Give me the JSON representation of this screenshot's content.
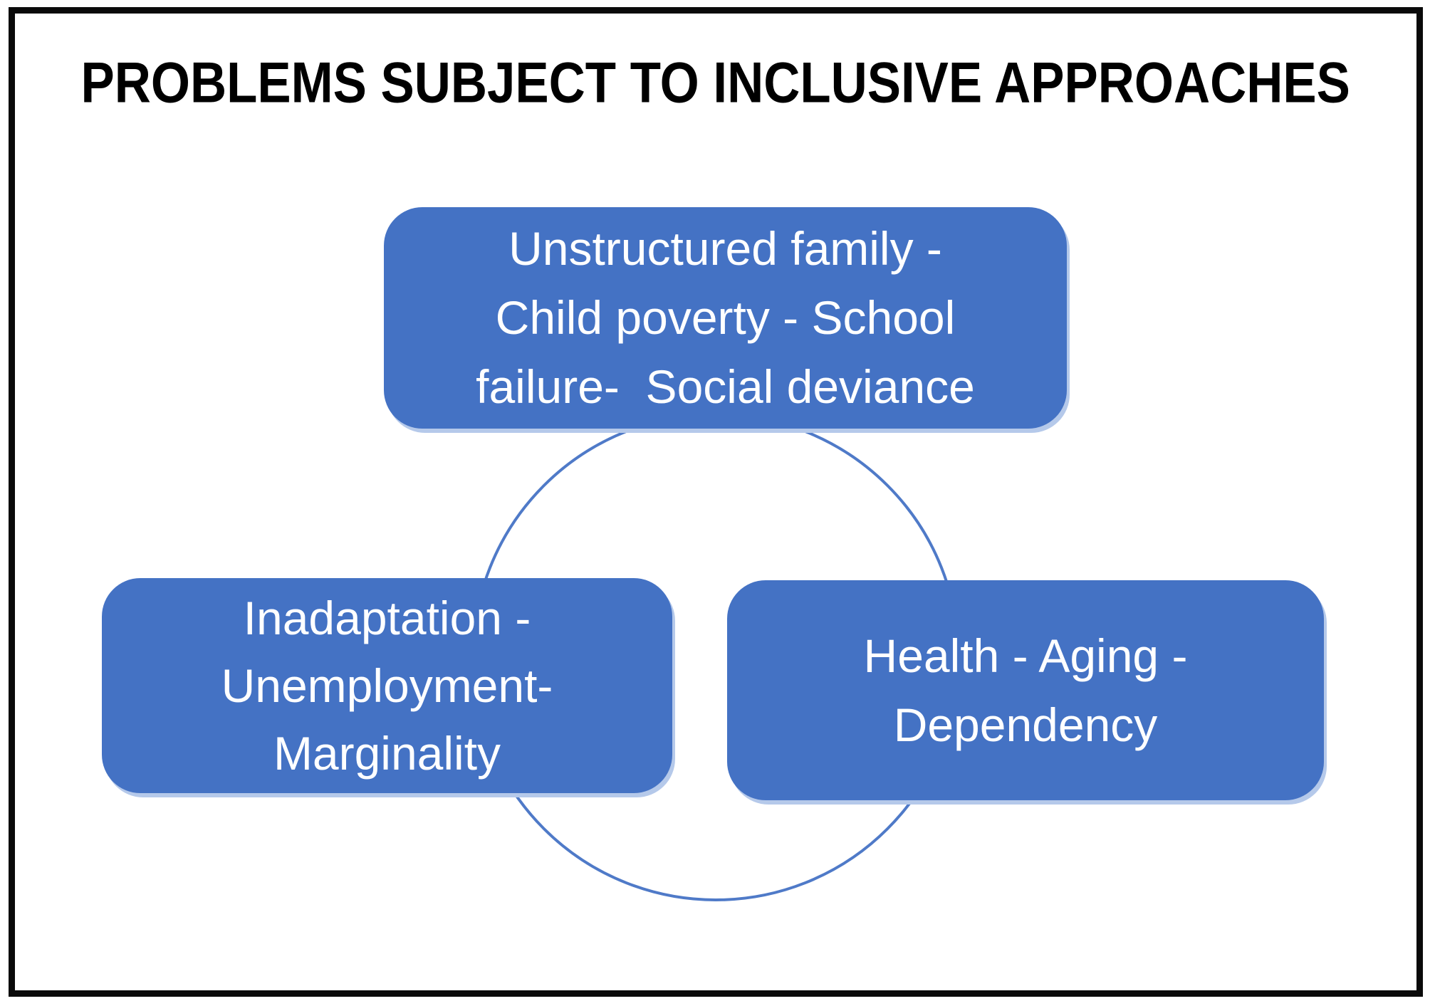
{
  "title": "PROBLEMS SUBJECT TO INCLUSIVE APPROACHES",
  "diagram": {
    "type": "cycle",
    "nodes": [
      {
        "id": "family-poverty-school",
        "lines": [
          "Unstructured family -",
          "Child poverty - School",
          "failure-  Social deviance"
        ]
      },
      {
        "id": "inadaptation-unemployment-marginality",
        "lines": [
          "Inadaptation -",
          "Unemployment-",
          "Marginality"
        ]
      },
      {
        "id": "health-aging-dependency",
        "lines": [
          "Health - Aging -",
          "Dependency"
        ]
      }
    ],
    "colors": {
      "node_fill": "#4472C4",
      "node_text": "#FFFFFF",
      "node_halo": "#B5C9EA",
      "circle_stroke": "#4F7AC8",
      "frame_border": "#000000",
      "title_text": "#000000",
      "background": "#FFFFFF"
    }
  }
}
